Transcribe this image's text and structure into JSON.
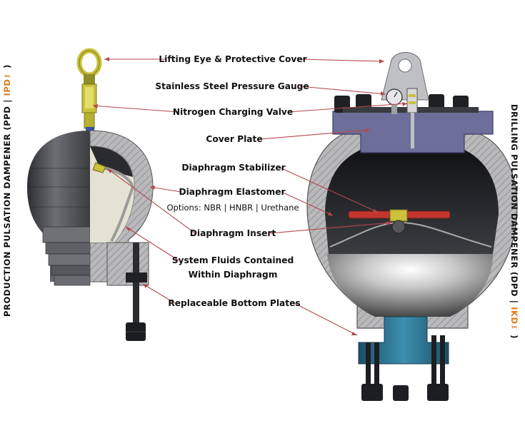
{
  "left_label": {
    "text": "PRODUCTION PULSATION DAMPENER (PPD",
    "separator": " | ",
    "accent": "IPD™",
    "close": ")"
  },
  "right_label": {
    "text": "DRILLING PULSATION DAMPENER (DPD",
    "separator": " | ",
    "accent": "IKD™",
    "close": ")"
  },
  "callouts": {
    "lifting_eye": "Lifting Eye & Protective Cover",
    "pressure_gauge": "Stainless Steel Pressure Gauge",
    "charging_valve": "Nitrogen Charging Valve",
    "cover_plate": "Cover Plate",
    "stabilizer": "Diaphragm Stabilizer",
    "elastomer": "Diaphragm Elastomer",
    "elastomer_options": "Options: NBR | HNBR | Urethane",
    "insert": "Diaphragm Insert",
    "fluids_line1": "System Fluids Contained",
    "fluids_line2": "Within Diaphragm",
    "bottom_plates": "Replaceable Bottom Plates"
  },
  "colors": {
    "accent": "#e07b1a",
    "leader": "#b5474d",
    "steel_dark": "#4b4d52",
    "steel_light": "#c9cacd",
    "hatch": "#8a8a8a",
    "cover_plate": "#6d6f9a",
    "bottom_plate": "#2b6f8c",
    "diaphragm": "#c2362f",
    "fluid": "#dcd9c4",
    "valve": "#c9c23a"
  }
}
